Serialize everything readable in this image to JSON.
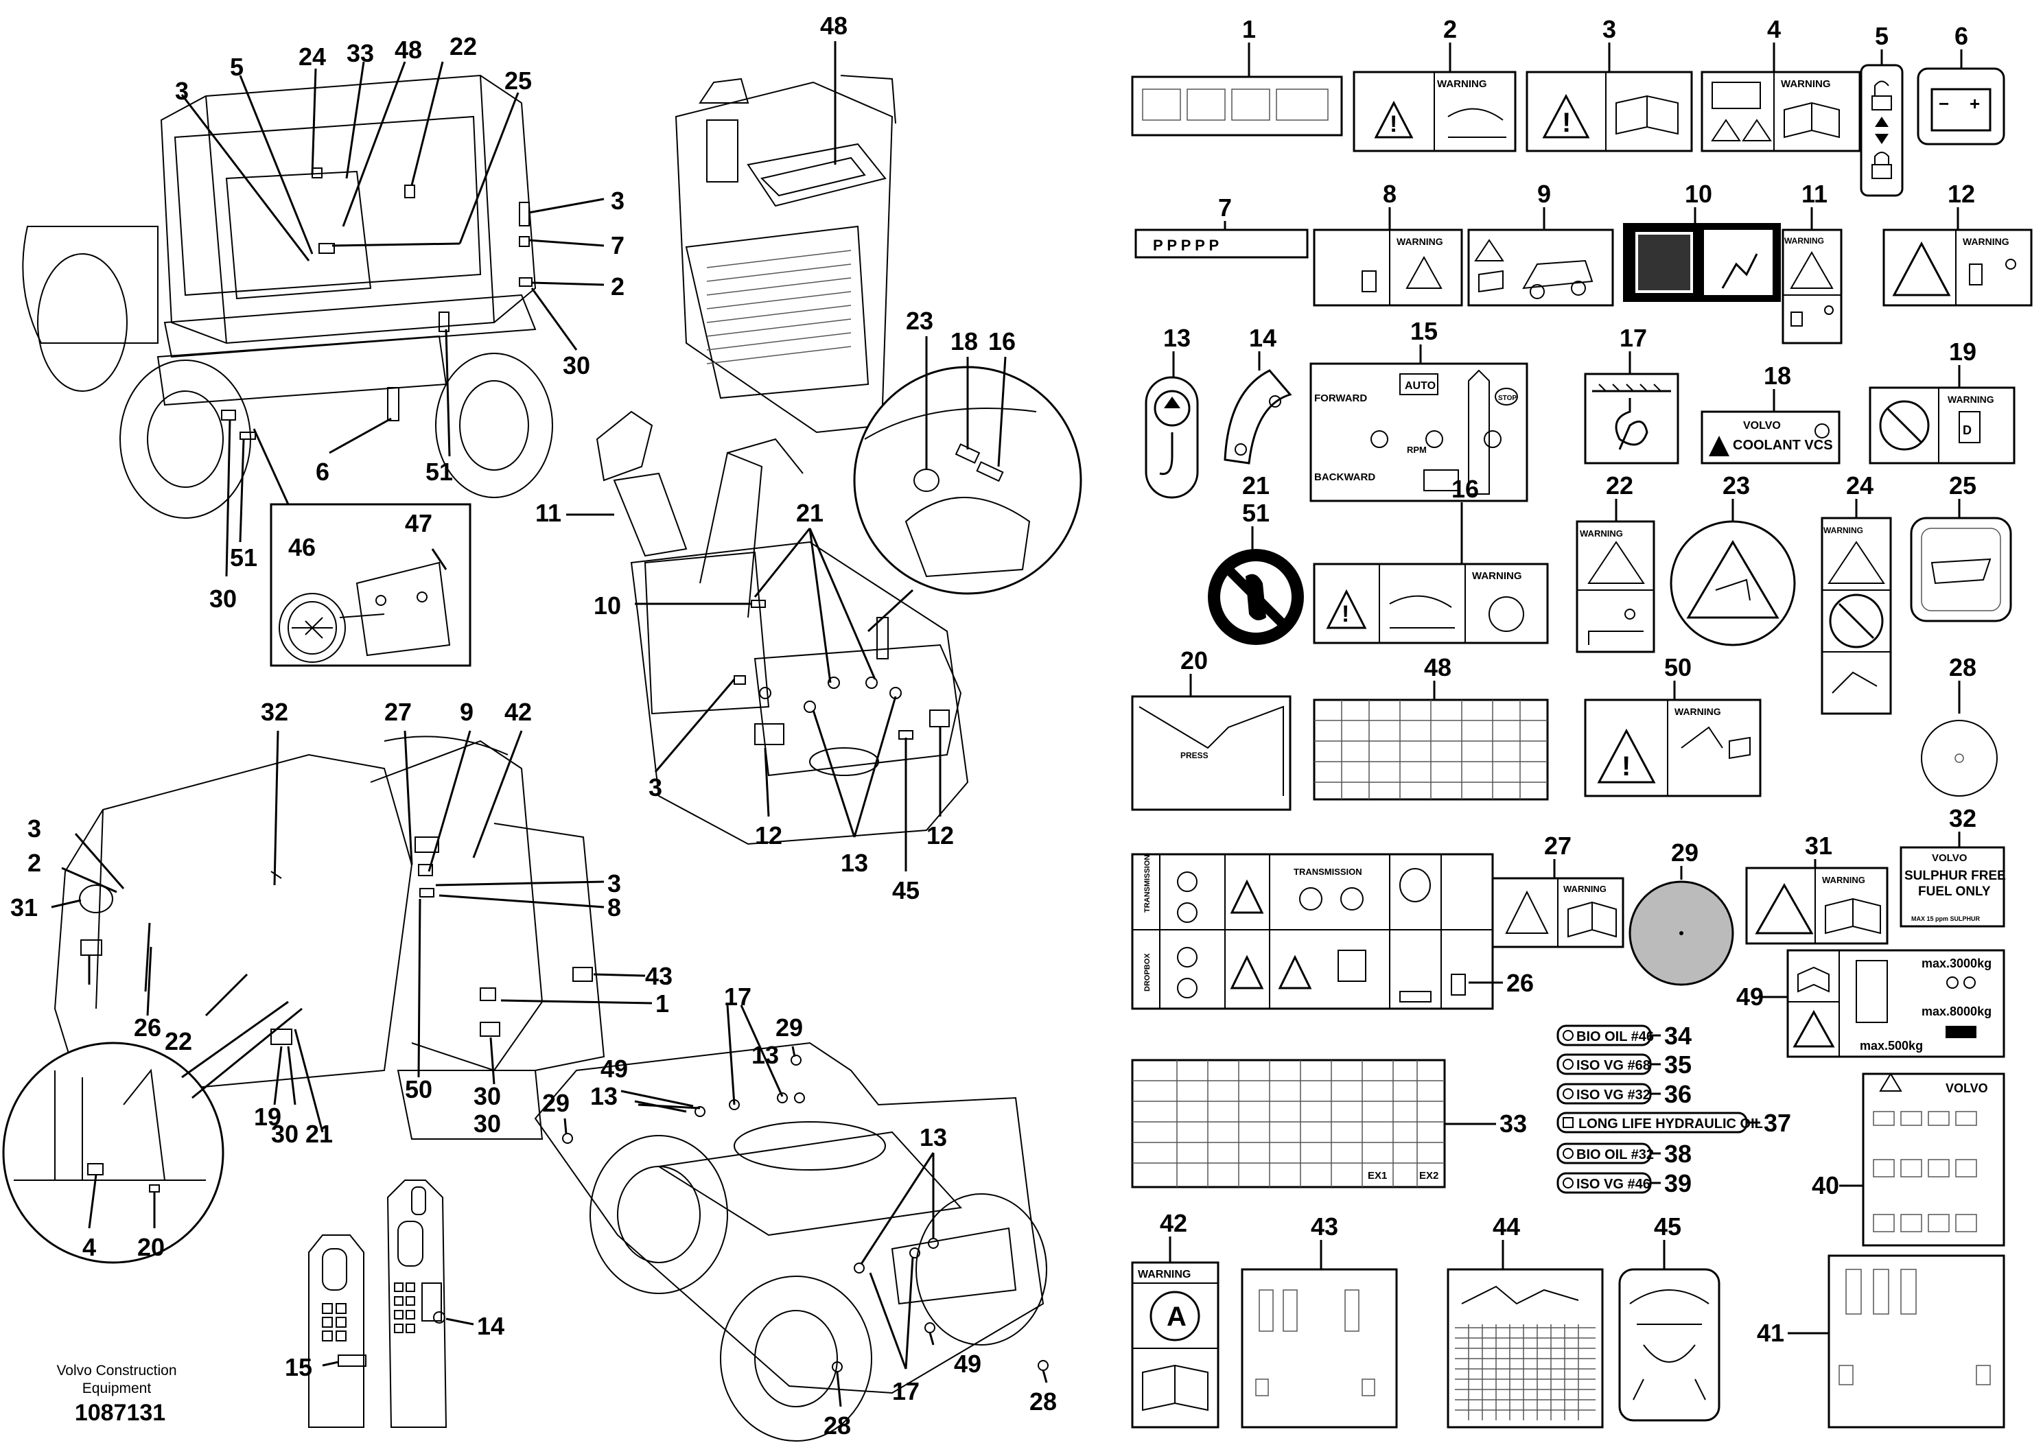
{
  "footer": {
    "company_line1": "Volvo Construction",
    "company_line2": "Equipment",
    "drawing_number": "1087131"
  },
  "callouts": {
    "left": [
      "3",
      "5",
      "24",
      "33",
      "48",
      "22",
      "25",
      "3",
      "7",
      "2",
      "30",
      "6",
      "51",
      "51",
      "30",
      "46",
      "47",
      "48",
      "23",
      "18",
      "16",
      "11",
      "21",
      "10",
      "3",
      "12",
      "13",
      "12",
      "45",
      "32",
      "27",
      "9",
      "42",
      "3",
      "2",
      "31",
      "3",
      "8",
      "43",
      "1",
      "30",
      "26",
      "22",
      "19",
      "30",
      "21",
      "50",
      "30",
      "4",
      "20",
      "15",
      "14",
      "29",
      "17",
      "29",
      "13",
      "13",
      "49",
      "13",
      "17",
      "49",
      "28",
      "28"
    ]
  },
  "decals": {
    "d1": "1",
    "d2": "2",
    "d3": "3",
    "d4": "4",
    "d5": "5",
    "d6": "6",
    "d7": "7",
    "d8": "8",
    "d9": "9",
    "d10": "10",
    "d11": "11",
    "d12": "12",
    "d13": "13",
    "d14": "14",
    "d15": "15",
    "d17": "17",
    "d18": "18",
    "d19": "19",
    "d21": "21",
    "d51": "51",
    "d16": "16",
    "d22": "22",
    "d23": "23",
    "d24": "24",
    "d25": "25",
    "d20": "20",
    "d48": "48",
    "d50": "50",
    "d28": "28",
    "d27": "27",
    "d29": "29",
    "d31": "31",
    "d32": "32",
    "d26": "26",
    "d49": "49",
    "d33": "33",
    "d34": "34",
    "d35": "35",
    "d36": "36",
    "d37": "37",
    "d38": "38",
    "d39": "39",
    "d40": "40",
    "d42": "42",
    "d43": "43",
    "d44": "44",
    "d45": "45",
    "d41": "41"
  },
  "decal_text": {
    "warning": "WARNING",
    "forward": "FORWARD",
    "backward": "BACKWARD",
    "auto": "AUTO",
    "rpm": "RPM",
    "stop": "STOP",
    "volvo": "VOLVO",
    "coolant": "COOLANT VCS",
    "transmission": "TRANSMISSION",
    "dropbox": "DROPBOX",
    "sulphur_line1": "SULPHUR FREE",
    "sulphur_line2": "FUEL ONLY",
    "sulphur_volvo": "VOLVO",
    "sulphur_small": "MAX 15 ppm SULPHUR",
    "max3000": "max.3000kg",
    "max8000": "max.8000kg",
    "max500": "max.500kg",
    "press": "PRESS",
    "ex1": "EX1",
    "ex2": "EX2",
    "p_row": "P   P   P   P   P",
    "d_fuel": "D"
  },
  "oil_labels": [
    {
      "text": "BIO OIL #46",
      "num": "34"
    },
    {
      "text": "ISO VG #68",
      "num": "35"
    },
    {
      "text": "ISO VG #32",
      "num": "36"
    },
    {
      "text": "LONG LIFE HYDRAULIC OIL",
      "num": "37"
    },
    {
      "text": "BIO OIL #32",
      "num": "38"
    },
    {
      "text": "ISO VG #46",
      "num": "39"
    }
  ],
  "icons": [
    "warning-triangle-icon",
    "manual-book-icon",
    "hand-crush-icon",
    "battery-icon",
    "lock-icon",
    "emergency-exit-icon",
    "lift-hook-icon",
    "no-step-icon",
    "fuel-pump-icon",
    "coolant-icon",
    "excavator-icon",
    "gear-icon"
  ]
}
